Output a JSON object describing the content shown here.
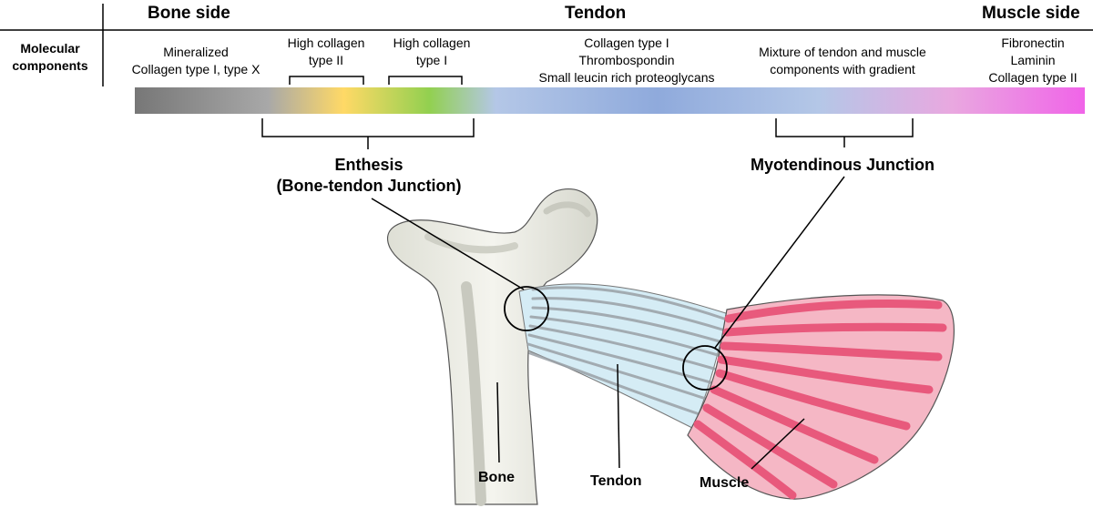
{
  "headers": {
    "bone_side": "Bone side",
    "tendon": "Tendon",
    "muscle_side": "Muscle side",
    "molecular": [
      "Molecular",
      "components"
    ]
  },
  "components": {
    "bone": [
      "Mineralized",
      "Collagen type I, type X"
    ],
    "collagen_ii": [
      "High collagen",
      "type II"
    ],
    "collagen_i": [
      "High collagen",
      "type I"
    ],
    "tendon": [
      "Collagen type I",
      "Thrombospondin",
      "Small leucin rich proteoglycans"
    ],
    "mixture": [
      "Mixture of tendon and muscle",
      "components with gradient"
    ],
    "muscle": [
      "Fibronectin",
      "Laminin",
      "Collagen type II"
    ]
  },
  "junctions": {
    "enthesis": [
      "Enthesis",
      "(Bone-tendon Junction)"
    ],
    "myotendinous": "Myotendinous Junction"
  },
  "parts": {
    "bone": "Bone",
    "tendon": "Tendon",
    "muscle": "Muscle"
  },
  "colors": {
    "gradient": [
      "#777777",
      "#a5a5a5",
      "#ffd966",
      "#92d050",
      "#b4c7e7",
      "#8faadc",
      "#b4c7e7",
      "#e9a8e0",
      "#f064e8"
    ],
    "bone_fill": "#e8e8e0",
    "tendon_fill": "#d5ecf5",
    "muscle_fill": "#f5b7c5",
    "muscle_stripe": "#e8597c"
  }
}
